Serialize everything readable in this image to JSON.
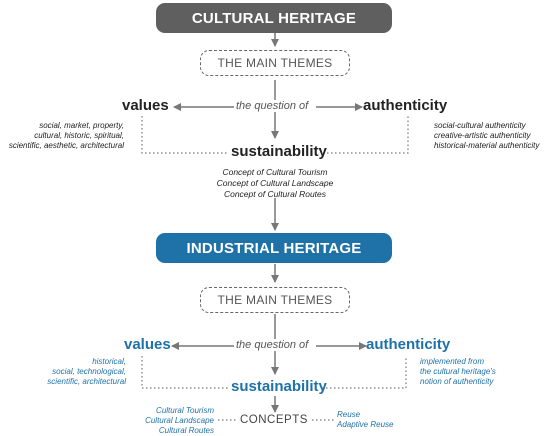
{
  "cultural": {
    "title": "CULTURAL HERITAGE",
    "themes": "THE MAIN THEMES",
    "values": "values",
    "question": "the question of",
    "authenticity": "authenticity",
    "values_list": [
      "social, market, property,",
      "cultural, historic, spiritual,",
      "scientific, aesthetic, architectural"
    ],
    "auth_list": [
      "social-cultural authenticity",
      "creative-artistic authenticity",
      "historical-material authenticity"
    ],
    "sustainability": "sustainability",
    "concepts": [
      "Concept of Cultural Tourism",
      "Concept of Cultural Landscape",
      "Concept of Cultural Routes"
    ]
  },
  "industrial": {
    "title": "INDUSTRIAL HERITAGE",
    "themes": "THE MAIN THEMES",
    "values": "values",
    "question": "the question of",
    "authenticity": "authenticity",
    "values_list": [
      "historical,",
      "social, technological,",
      "scientific, architectural"
    ],
    "auth_list": [
      "implemented from",
      "the cultural heritage's",
      "notion of authenticity"
    ],
    "sustainability": "sustainability",
    "concepts_label": "CONCEPTS",
    "left_concepts": [
      "Cultural Tourism",
      "Cultural Landscape",
      "Cultural Routes"
    ],
    "right_concepts": [
      "Reuse",
      "Adaptive Reuse"
    ]
  },
  "colors": {
    "cultural_title_bg": "#5f5f5f",
    "industrial_title_bg": "#1f72a8",
    "line": "#777777",
    "blue_text": "#1f72a8"
  }
}
